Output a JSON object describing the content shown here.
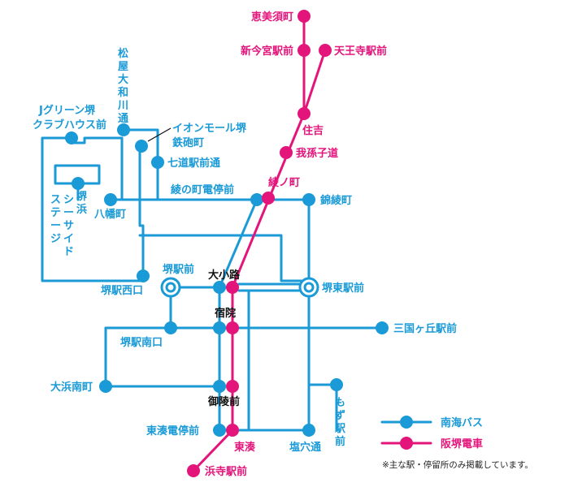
{
  "colors": {
    "bus": "#1a9ad6",
    "tram": "#e3157b",
    "key": "#111111"
  },
  "legend": {
    "bus": "南海バス",
    "tram": "阪堺電車",
    "note": "※主な駅・停留所のみ掲載しています。"
  },
  "stations": {
    "ebisucho": "恵美須町",
    "imamiyaekimae": "新今宮駅前",
    "tennojiekimae": "天王寺駅前",
    "sumiyoshi": "住吉",
    "abikomichi": "我孫子道",
    "ayanocho": "綾ノ町",
    "ayanocho_teiryujomae": "綾の町電停前",
    "nishikiayacho": "錦綾町",
    "matsuya": "松屋大和川通",
    "aeon": "イオンモール堺鉄砲町",
    "shichido": "七道駅前通",
    "jgreen": "Jグリーン堺クラブハウス前",
    "sakaihama": "堺浜シーサイドステージ",
    "hachimancho": "八幡町",
    "sakaieki": "堺駅前",
    "sakaieki_nishi": "堺駅西口",
    "oshoji": "大小路",
    "sakaihigashi": "堺東駅前",
    "shukuin": "宿院",
    "sakaieki_minami": "堺駅南口",
    "mikunigaoka": "三国ヶ丘駅前",
    "ohamaminami": "大浜南町",
    "mozu": "もず駅前",
    "goryomae": "御陵前",
    "higashiminato_teiryujomae": "東湊電停前",
    "higashiminato": "東湊",
    "shioana": "塩穴通",
    "hamaderaekimae": "浜寺駅前"
  }
}
